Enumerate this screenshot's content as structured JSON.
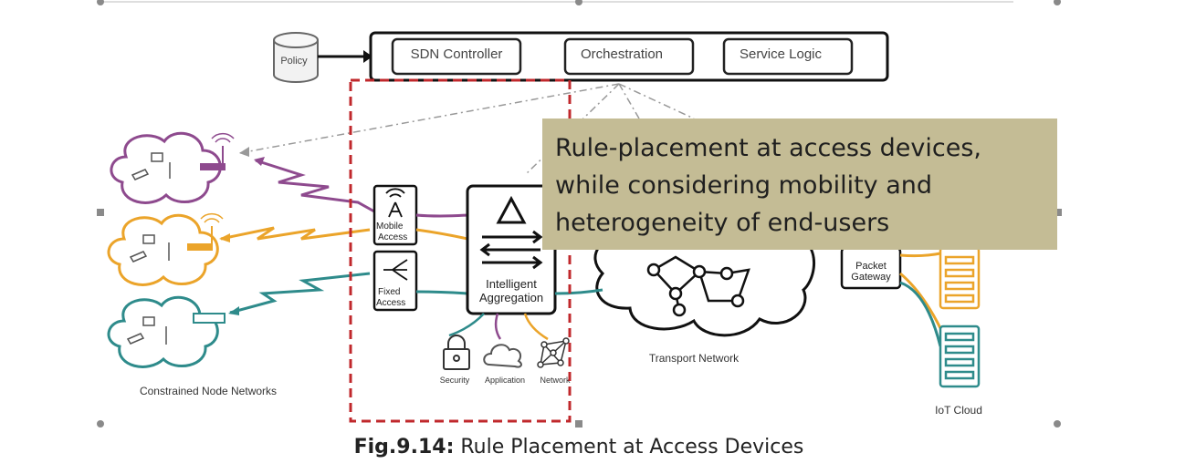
{
  "diagram": {
    "policy_label": "Policy",
    "controller_boxes": [
      "SDN Controller",
      "Orchestration",
      "Service Logic"
    ],
    "mobile_access_label": [
      "Mobile",
      "Access"
    ],
    "fixed_access_label": [
      "Fixed",
      "Access"
    ],
    "aggregation_label": [
      "Intelligent",
      "Aggregation"
    ],
    "service_icons": [
      "Security",
      "Application",
      "Network"
    ],
    "transport_label": "Transport Network",
    "gateway_label": [
      "Packet",
      "Gateway"
    ],
    "iot_cloud_label": "IoT Cloud",
    "constrained_label": "Constrained Node Networks",
    "colors": {
      "purple": "#8e4a8e",
      "orange": "#eba42a",
      "teal": "#2e8b8b",
      "highlight_box": "#c0282c",
      "callout_bg": "#c4bc95"
    }
  },
  "callout": {
    "lines": [
      "Rule-placement at access devices,",
      "while considering mobility and",
      "heterogeneity of end-users"
    ]
  },
  "caption": {
    "prefix": "Fig.9.14:",
    "text": " Rule Placement at Access Devices"
  }
}
